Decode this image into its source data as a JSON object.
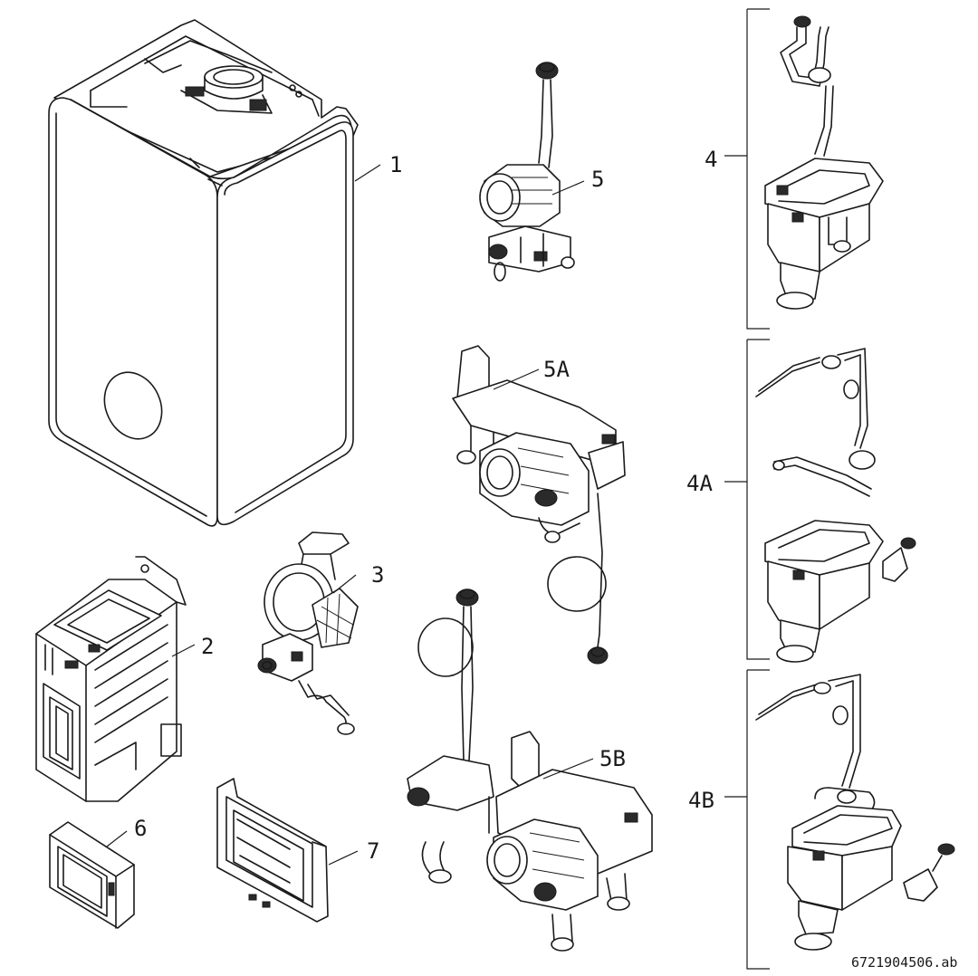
{
  "labels": {
    "part_1": "1",
    "part_2": "2",
    "part_3": "3",
    "part_4": "4",
    "part_4a": "4A",
    "part_4b": "4B",
    "part_5": "5",
    "part_5a": "5A",
    "part_5b": "5B",
    "part_6": "6",
    "part_7": "7"
  },
  "document_id": "6721904506.ab",
  "colors": {
    "line": "#1a1a1a",
    "background": "#ffffff"
  }
}
